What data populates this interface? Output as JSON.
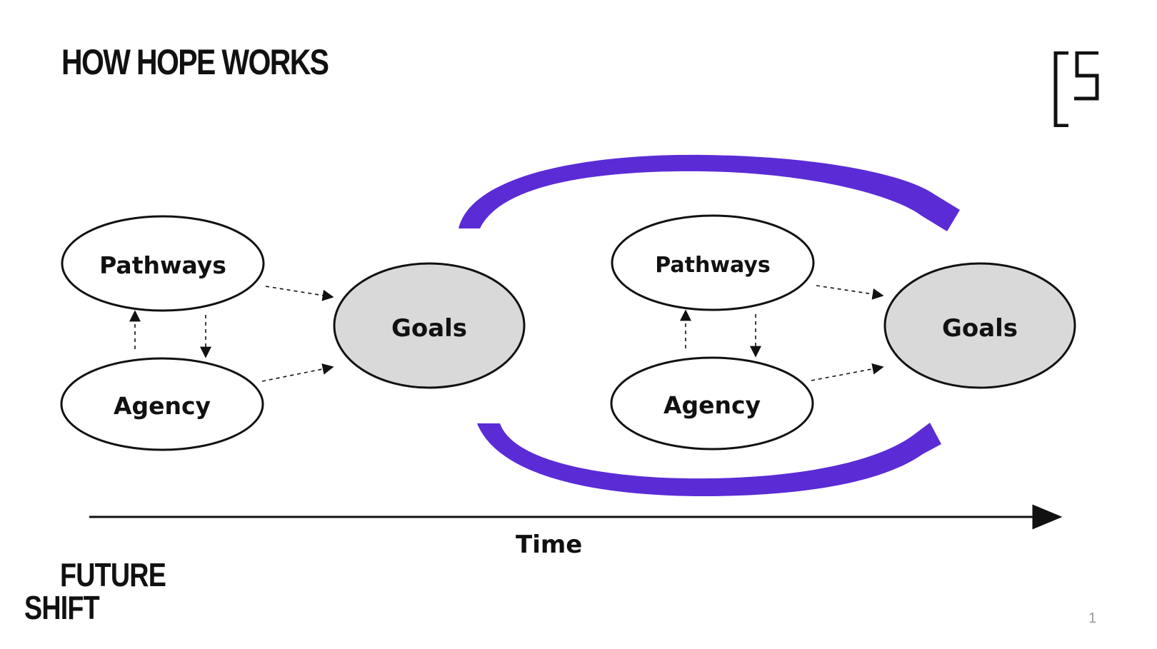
{
  "slide": {
    "title": "HOW HOPE WORKS",
    "page_number": "1",
    "brand_line1": "FUTURE",
    "brand_line2": "SHIFT"
  },
  "logo": {
    "icon": "fs-bracket-logo-icon"
  },
  "diagram": {
    "stages": [
      {
        "pathways": "Pathways",
        "agency": "Agency",
        "goals": "Goals"
      },
      {
        "pathways": "Pathways",
        "agency": "Agency",
        "goals": "Goals"
      }
    ],
    "time_label": "Time"
  },
  "colors": {
    "arc_purple": "#5b2bd6",
    "goals_fill": "#d9d9d9",
    "ink": "#111111"
  }
}
